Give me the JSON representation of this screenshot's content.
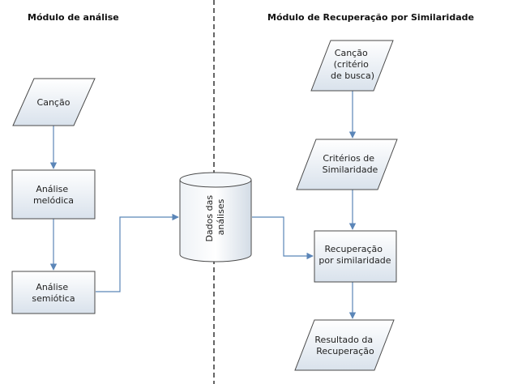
{
  "colors": {
    "node_fill_top": "#ffffff",
    "node_fill_bottom": "#d9e2ec",
    "node_stroke": "#4a4a4a",
    "arrow": "#5b86b8",
    "divider": "#000000",
    "text": "#222222"
  },
  "titles": {
    "left": "Módulo de análise",
    "right": "Módulo de Recuperação por Similaridade"
  },
  "left_module": {
    "song": [
      "Canção"
    ],
    "melodic": [
      "Análise",
      "melódica"
    ],
    "semiotic": [
      "Análise",
      "semiótica"
    ]
  },
  "database": {
    "label": [
      "Dados das",
      "análises"
    ]
  },
  "right_module": {
    "query_song": [
      "Canção",
      "(critério",
      "de busca)"
    ],
    "criteria": [
      "Critérios de",
      "Similaridade"
    ],
    "retrieval": [
      "Recuperação",
      "por similaridade"
    ],
    "result": [
      "Resultado da",
      "Recuperação"
    ]
  }
}
